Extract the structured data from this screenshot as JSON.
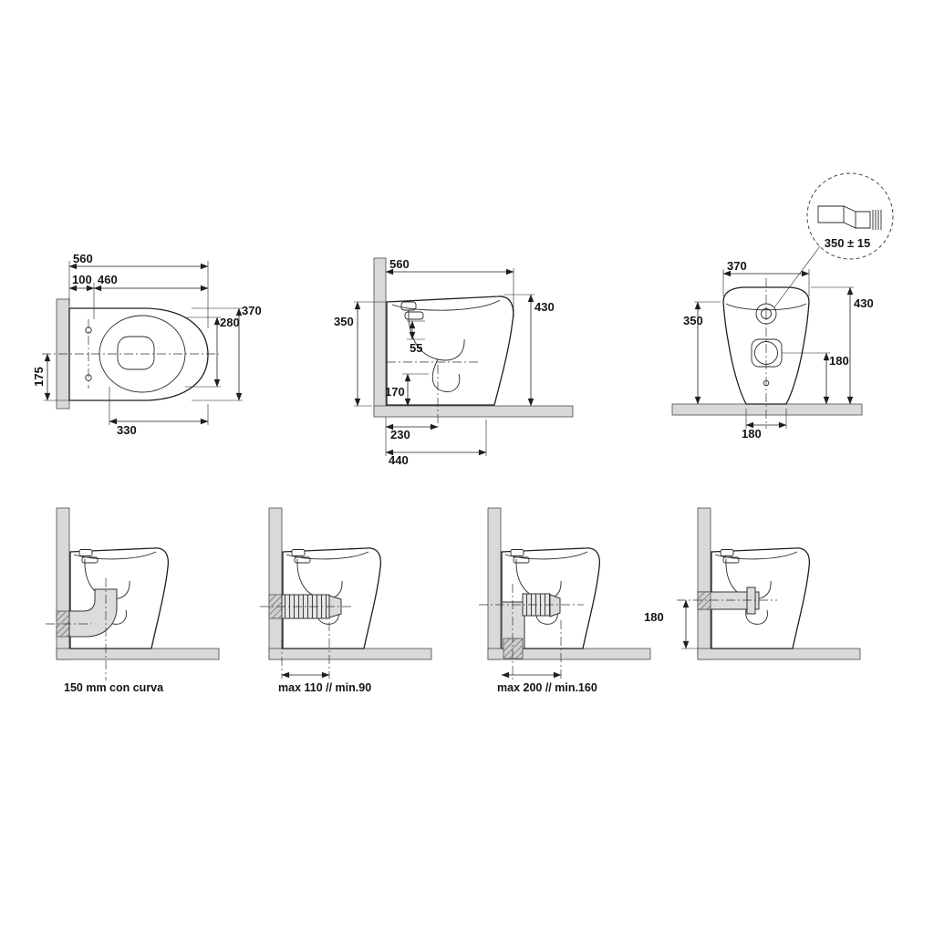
{
  "drawing": {
    "colors": {
      "line": "#1f1f1f",
      "gray": "#d9d9d9",
      "background": "#ffffff"
    },
    "top_view": {
      "d560": "560",
      "d100": "100",
      "d460": "460",
      "d280": "280",
      "d370": "370",
      "d175": "175",
      "d330": "330"
    },
    "side_view": {
      "d560": "560",
      "d350": "350",
      "d55": "55",
      "d170": "170",
      "d430": "430",
      "d230": "230",
      "d440": "440"
    },
    "front_view": {
      "d370": "370",
      "d350": "350",
      "d180_inlet": "180",
      "d430": "430",
      "d180_base": "180"
    },
    "detail": {
      "label": "350 ± 15"
    },
    "installations": [
      {
        "id": "curve-150",
        "label": "150 mm con curva"
      },
      {
        "id": "flex-110-90",
        "label": "max 110 // min.90"
      },
      {
        "id": "flex-200-160",
        "label": "max 200 // min.160"
      },
      {
        "id": "height-180",
        "label": "180"
      }
    ]
  }
}
